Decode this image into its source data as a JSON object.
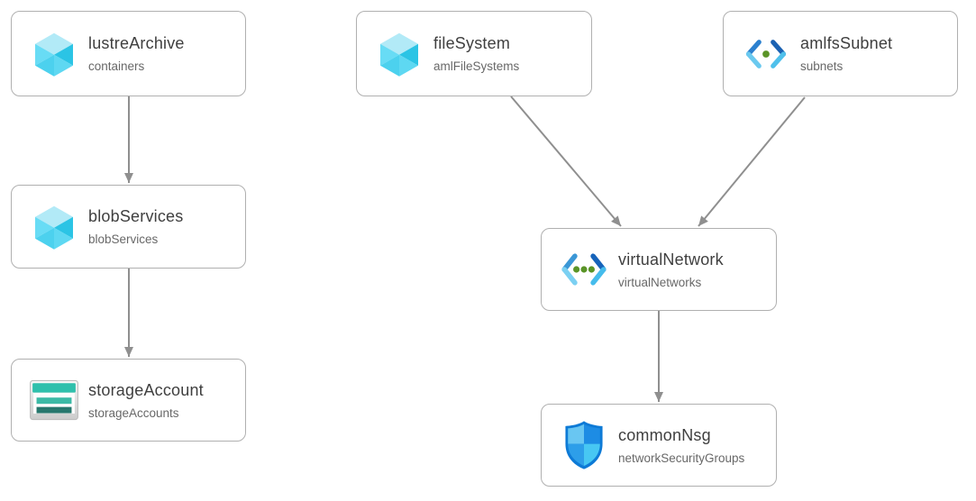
{
  "diagram": {
    "nodes": [
      {
        "id": "lustreArchive",
        "title": "lustreArchive",
        "subtitle": "containers",
        "icon": "cube-icon"
      },
      {
        "id": "blobServices",
        "title": "blobServices",
        "subtitle": "blobServices",
        "icon": "cube-icon"
      },
      {
        "id": "storageAccount",
        "title": "storageAccount",
        "subtitle": "storageAccounts",
        "icon": "storage-account-icon"
      },
      {
        "id": "fileSystem",
        "title": "fileSystem",
        "subtitle": "amlFileSystems",
        "icon": "cube-icon"
      },
      {
        "id": "amlfsSubnet",
        "title": "amlfsSubnet",
        "subtitle": "subnets",
        "icon": "subnet-icon"
      },
      {
        "id": "virtualNetwork",
        "title": "virtualNetwork",
        "subtitle": "virtualNetworks",
        "icon": "virtual-network-icon"
      },
      {
        "id": "commonNsg",
        "title": "commonNsg",
        "subtitle": "networkSecurityGroups",
        "icon": "nsg-shield-icon"
      }
    ],
    "edges": [
      {
        "from": "lustreArchive",
        "to": "blobServices"
      },
      {
        "from": "blobServices",
        "to": "storageAccount"
      },
      {
        "from": "fileSystem",
        "to": "virtualNetwork"
      },
      {
        "from": "amlfsSubnet",
        "to": "virtualNetwork"
      },
      {
        "from": "virtualNetwork",
        "to": "commonNsg"
      }
    ],
    "colors": {
      "edge": "#8f8f8f",
      "card_border": "#b0b0b0",
      "card_background": "#ffffff",
      "title_text": "#3f3f3f",
      "subtitle_text": "#686868",
      "cube_top": "#b2eaf7",
      "cube_light": "#68dcf5",
      "cube_dark": "#2bc4e5",
      "chevron_blue": "#1c62b2",
      "chevron_cyan": "#6ac9ef",
      "dot_green": "#5a9427",
      "shield_border": "#0d7ad6",
      "shield_light": "#69c6f2",
      "shield_medium": "#1d8ce4",
      "storage_teal": "#2fc0ac",
      "storage_dark_teal": "#27776d"
    }
  }
}
